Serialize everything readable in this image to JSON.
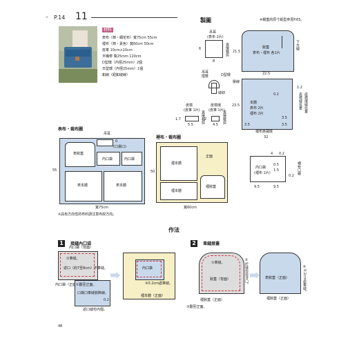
{
  "header": {
    "page_ref": "P.14",
    "item_no": "11",
    "pattern_note": "※報蓋的原寸紙型參見P.65。"
  },
  "materials": {
    "label": "材料",
    "lines": [
      "表布（棉・細花布）寬75cm 55cm",
      "裡布（棉・素色）寬60cm 50cm",
      "皮革 10cm×10cm",
      "平織帶 寬25mm 120cm",
      "D型環（內徑25mm）2個",
      "日型環（內徑25mm）1個",
      "釦線（鈕釦縫線）"
    ]
  },
  "drawing": {
    "label": "製圖",
    "tab": {
      "title": "吊耳",
      "sub": "(表布 2片)",
      "note": "直接裁剪",
      "d1": "6",
      "d2": "8"
    },
    "tab_fold": {
      "label": "吊耳",
      "note1": "摺雙",
      "note2": "D型環",
      "stitch": "縫紉"
    },
    "leather": [
      {
        "title": "皮標",
        "sub": "(皮革 1片)",
        "note": "直接裁剪",
        "d1": "1.7",
        "d2": "5.5"
      },
      {
        "title": "皮標環",
        "sub": "(皮革 1片)",
        "note": "直接裁剪",
        "d1": "2",
        "d2": "4.5"
      }
    ],
    "flap": {
      "title": "掀蓋",
      "sub": "表布・裡布 各1片",
      "width": "22.5",
      "height": "21.5",
      "stitch": "壓線",
      "side": "下方線"
    },
    "body": {
      "title": "本體",
      "sub": "表布 2片",
      "sub2": "裡布 2片",
      "d1": "0.2",
      "d2": "1.2",
      "d3": "3.5",
      "d4": "23.5",
      "d5": "3.5",
      "d6": "3.5",
      "width": "32",
      "note1": "皮標縫位置",
      "note2": "皮標環縫位置",
      "bottom": "裡布為袋底"
    },
    "pocket": {
      "title": "內口袋",
      "sub": "(裡布 1片)",
      "d1": "4",
      "d2": "0.2",
      "d3": "0.5",
      "d4": "1.5",
      "d5": "0.2",
      "d6": "9.5",
      "d7": "9.5",
      "side": "裡布口袋"
    }
  },
  "layout_outer": {
    "label": "表布・裁布圖",
    "tab": "吊耳",
    "pieces": [
      "表掀蓋",
      "內口袋",
      "表本體",
      "表本體",
      "(口袋口)"
    ],
    "grain": "正面",
    "height": "55",
    "width": "寬75cm",
    "marks": [
      "0",
      "1",
      "1",
      "1"
    ]
  },
  "layout_lining": {
    "label": "裡布・裁布圖",
    "pieces": [
      "裡本體",
      "裡本體",
      "裡掀蓋"
    ],
    "grain": "正面",
    "height": "50",
    "width": "寬60cm"
  },
  "note": "※具有方向性的布料請注意布紋方向。",
  "method": {
    "label": "作法",
    "step1": {
      "num": "1",
      "title": "接縫內口袋",
      "texts": [
        "內口袋（背面）",
        "①車縫。",
        "返口（約7至8cm）不車縫。",
        "內口袋（正面）",
        "②翻至正面。",
        "口袋口車縫裝飾線。",
        "0.2",
        "內口袋",
        "③0.2cm處車縫。",
        "裡本體（正面）",
        "返口縫份內摺。"
      ]
    },
    "step2": {
      "num": "2",
      "title": "車縫掀蓋",
      "texts": [
        "①車縫。",
        "②於縫份剪牙口。",
        "掀蓋（背面）",
        "表掀蓋（正面）",
        "③翻至正面。",
        "裡掀蓋（正面）",
        "④0.2cm處車縫。"
      ]
    }
  },
  "page_no": "48",
  "colors": {
    "pink": "#c0306a",
    "blue": "#c9d9ec",
    "beige": "#f7efc6",
    "accent": "#c6283c"
  }
}
